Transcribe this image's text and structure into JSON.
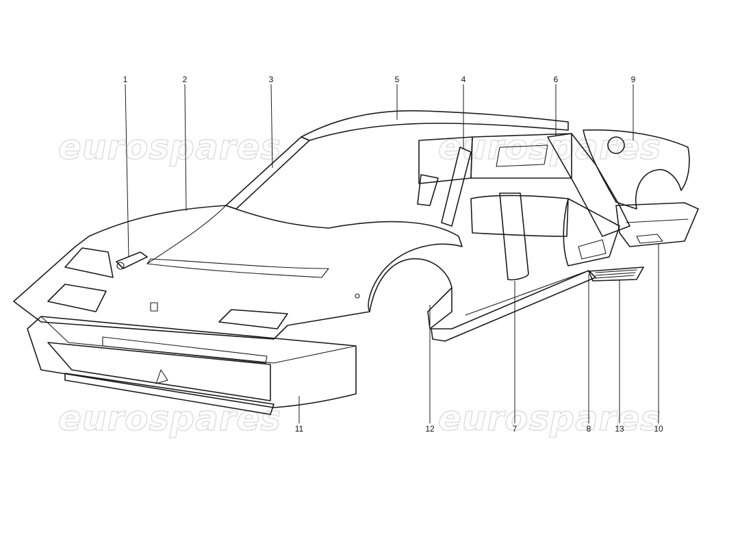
{
  "diagram": {
    "callouts": [
      {
        "id": "callout-1",
        "label": "1"
      },
      {
        "id": "callout-2",
        "label": "2"
      },
      {
        "id": "callout-3",
        "label": "3"
      },
      {
        "id": "callout-4",
        "label": "4"
      },
      {
        "id": "callout-5",
        "label": "5"
      },
      {
        "id": "callout-6",
        "label": "6"
      },
      {
        "id": "callout-7",
        "label": "7"
      },
      {
        "id": "callout-8",
        "label": "8"
      },
      {
        "id": "callout-9",
        "label": "9"
      },
      {
        "id": "callout-10",
        "label": "10"
      },
      {
        "id": "callout-11",
        "label": "11"
      },
      {
        "id": "callout-12",
        "label": "12"
      },
      {
        "id": "callout-13",
        "label": "13"
      }
    ]
  },
  "watermark": {
    "text": "eurospares"
  },
  "colors": {
    "line": "#1a1a1a",
    "watermark": "#d9d9d9",
    "background": "#ffffff"
  }
}
